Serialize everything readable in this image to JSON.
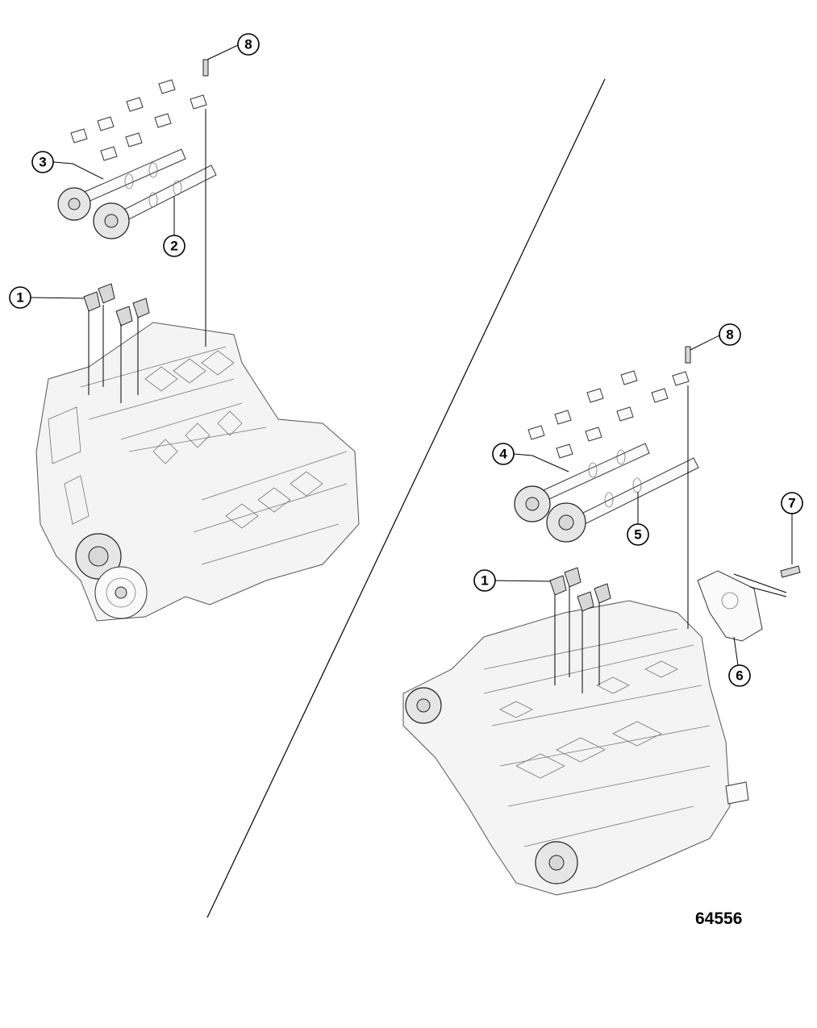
{
  "figure_number": "64556",
  "callouts": [
    {
      "id": "callout-8-left",
      "label": "8"
    },
    {
      "id": "callout-3",
      "label": "3"
    },
    {
      "id": "callout-2",
      "label": "2"
    },
    {
      "id": "callout-1-left",
      "label": "1"
    },
    {
      "id": "callout-8-right",
      "label": "8"
    },
    {
      "id": "callout-4",
      "label": "4"
    },
    {
      "id": "callout-5",
      "label": "5"
    },
    {
      "id": "callout-7",
      "label": "7"
    },
    {
      "id": "callout-1-right",
      "label": "1"
    },
    {
      "id": "callout-6",
      "label": "6"
    }
  ]
}
